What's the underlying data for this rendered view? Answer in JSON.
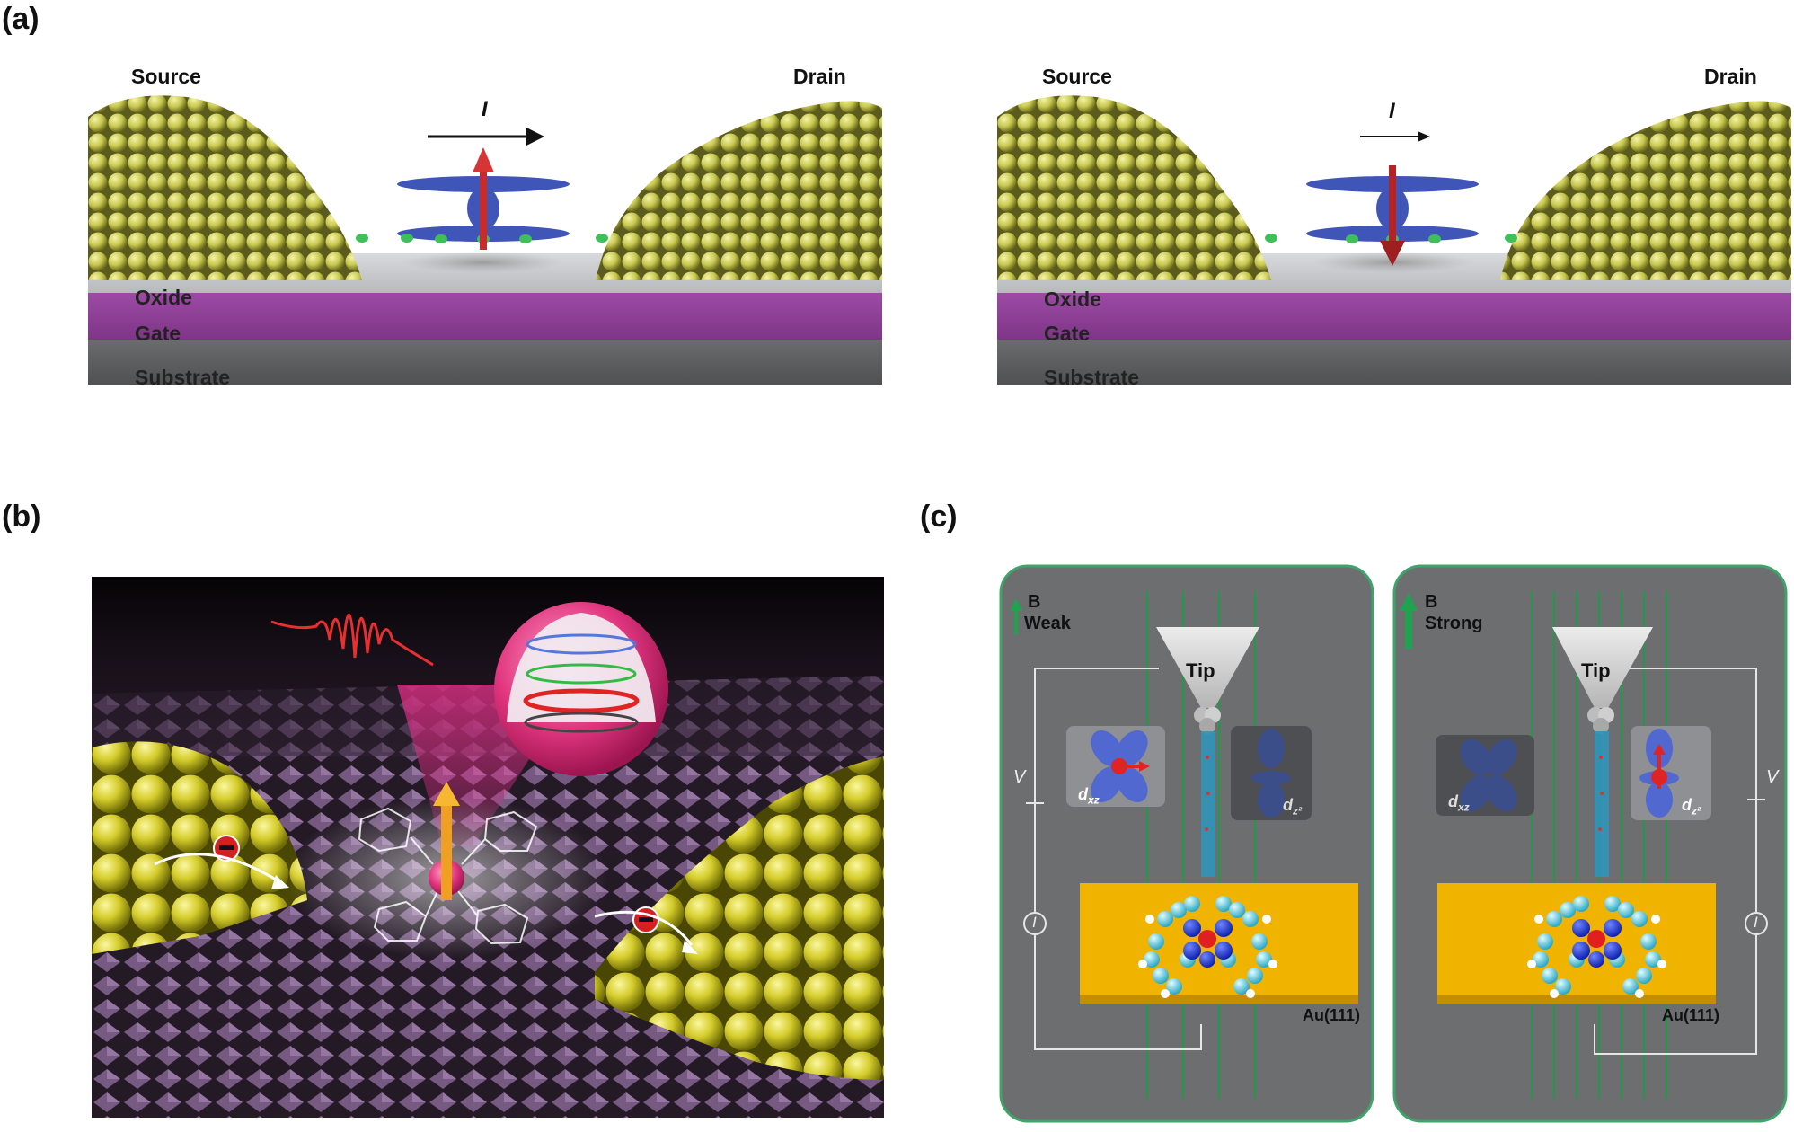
{
  "panel_labels": {
    "a": "(a)",
    "b": "(b)",
    "c": "(c)"
  },
  "panel_a": {
    "left": {
      "source": "Source",
      "drain": "Drain",
      "current": "I",
      "oxide": "Oxide",
      "gate": "Gate",
      "substrate": "Substrate"
    },
    "right": {
      "source": "Source",
      "drain": "Drain",
      "current": "I",
      "oxide": "Oxide",
      "gate": "Gate",
      "substrate": "Substrate"
    }
  },
  "panel_c": {
    "left": {
      "field": "B",
      "strength": "Weak",
      "tip": "Tip",
      "voltage": "V",
      "current": "I",
      "orb1": "d",
      "orb1_sub": "xz",
      "orb2": "d",
      "orb2_sub": "z²",
      "surface": "Au(111)"
    },
    "right": {
      "field": "B",
      "strength": "Strong",
      "tip": "Tip",
      "voltage": "V",
      "current": "I",
      "orb1": "d",
      "orb1_sub": "xz",
      "orb2": "d",
      "orb2_sub": "z²",
      "surface": "Au(111)"
    }
  },
  "colors": {
    "gold_sphere": "#c8c850",
    "oxide": "#c4c6ca",
    "gate": "#8e3f96",
    "substrate": "#5e5f61",
    "panel_c_bg": "#6d6e70",
    "panel_c_border": "#3fa36a",
    "au_surface": "#f0b400",
    "field_line": "#22a052"
  }
}
